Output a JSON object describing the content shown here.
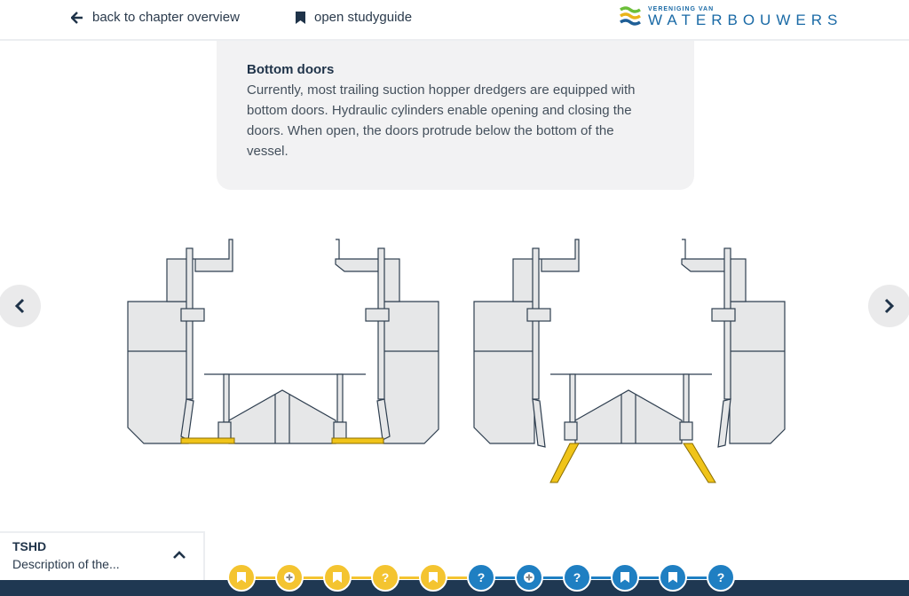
{
  "header": {
    "back_label": "back to chapter overview",
    "guide_label": "open studyguide",
    "logo_small": "VERENIGING VAN",
    "logo_big": "WATERBOUWERS"
  },
  "info": {
    "title": "Bottom doors",
    "text": "Currently, most trailing suction hopper dredgers are equipped with bottom doors. Hydraulic cylinders enable opening and closing the doors. When open, the doors protrude below the bottom of the vessel."
  },
  "chapter": {
    "title": "TSHD",
    "subtitle": "Description of the..."
  },
  "progress": [
    {
      "type": "bookmark",
      "color": "yellow"
    },
    {
      "type": "plus",
      "color": "yellow"
    },
    {
      "type": "bookmark",
      "color": "yellow"
    },
    {
      "type": "question",
      "color": "yellow"
    },
    {
      "type": "bookmark",
      "color": "yellow"
    },
    {
      "type": "question",
      "color": "blue"
    },
    {
      "type": "plus",
      "color": "blue"
    },
    {
      "type": "question",
      "color": "blue"
    },
    {
      "type": "bookmark",
      "color": "blue"
    },
    {
      "type": "bookmark",
      "color": "blue"
    },
    {
      "type": "question",
      "color": "blue"
    }
  ],
  "colors": {
    "yellow": "#f4c430",
    "blue": "#1f7fc2",
    "navy": "#1f3852",
    "door": "#f0c419"
  }
}
